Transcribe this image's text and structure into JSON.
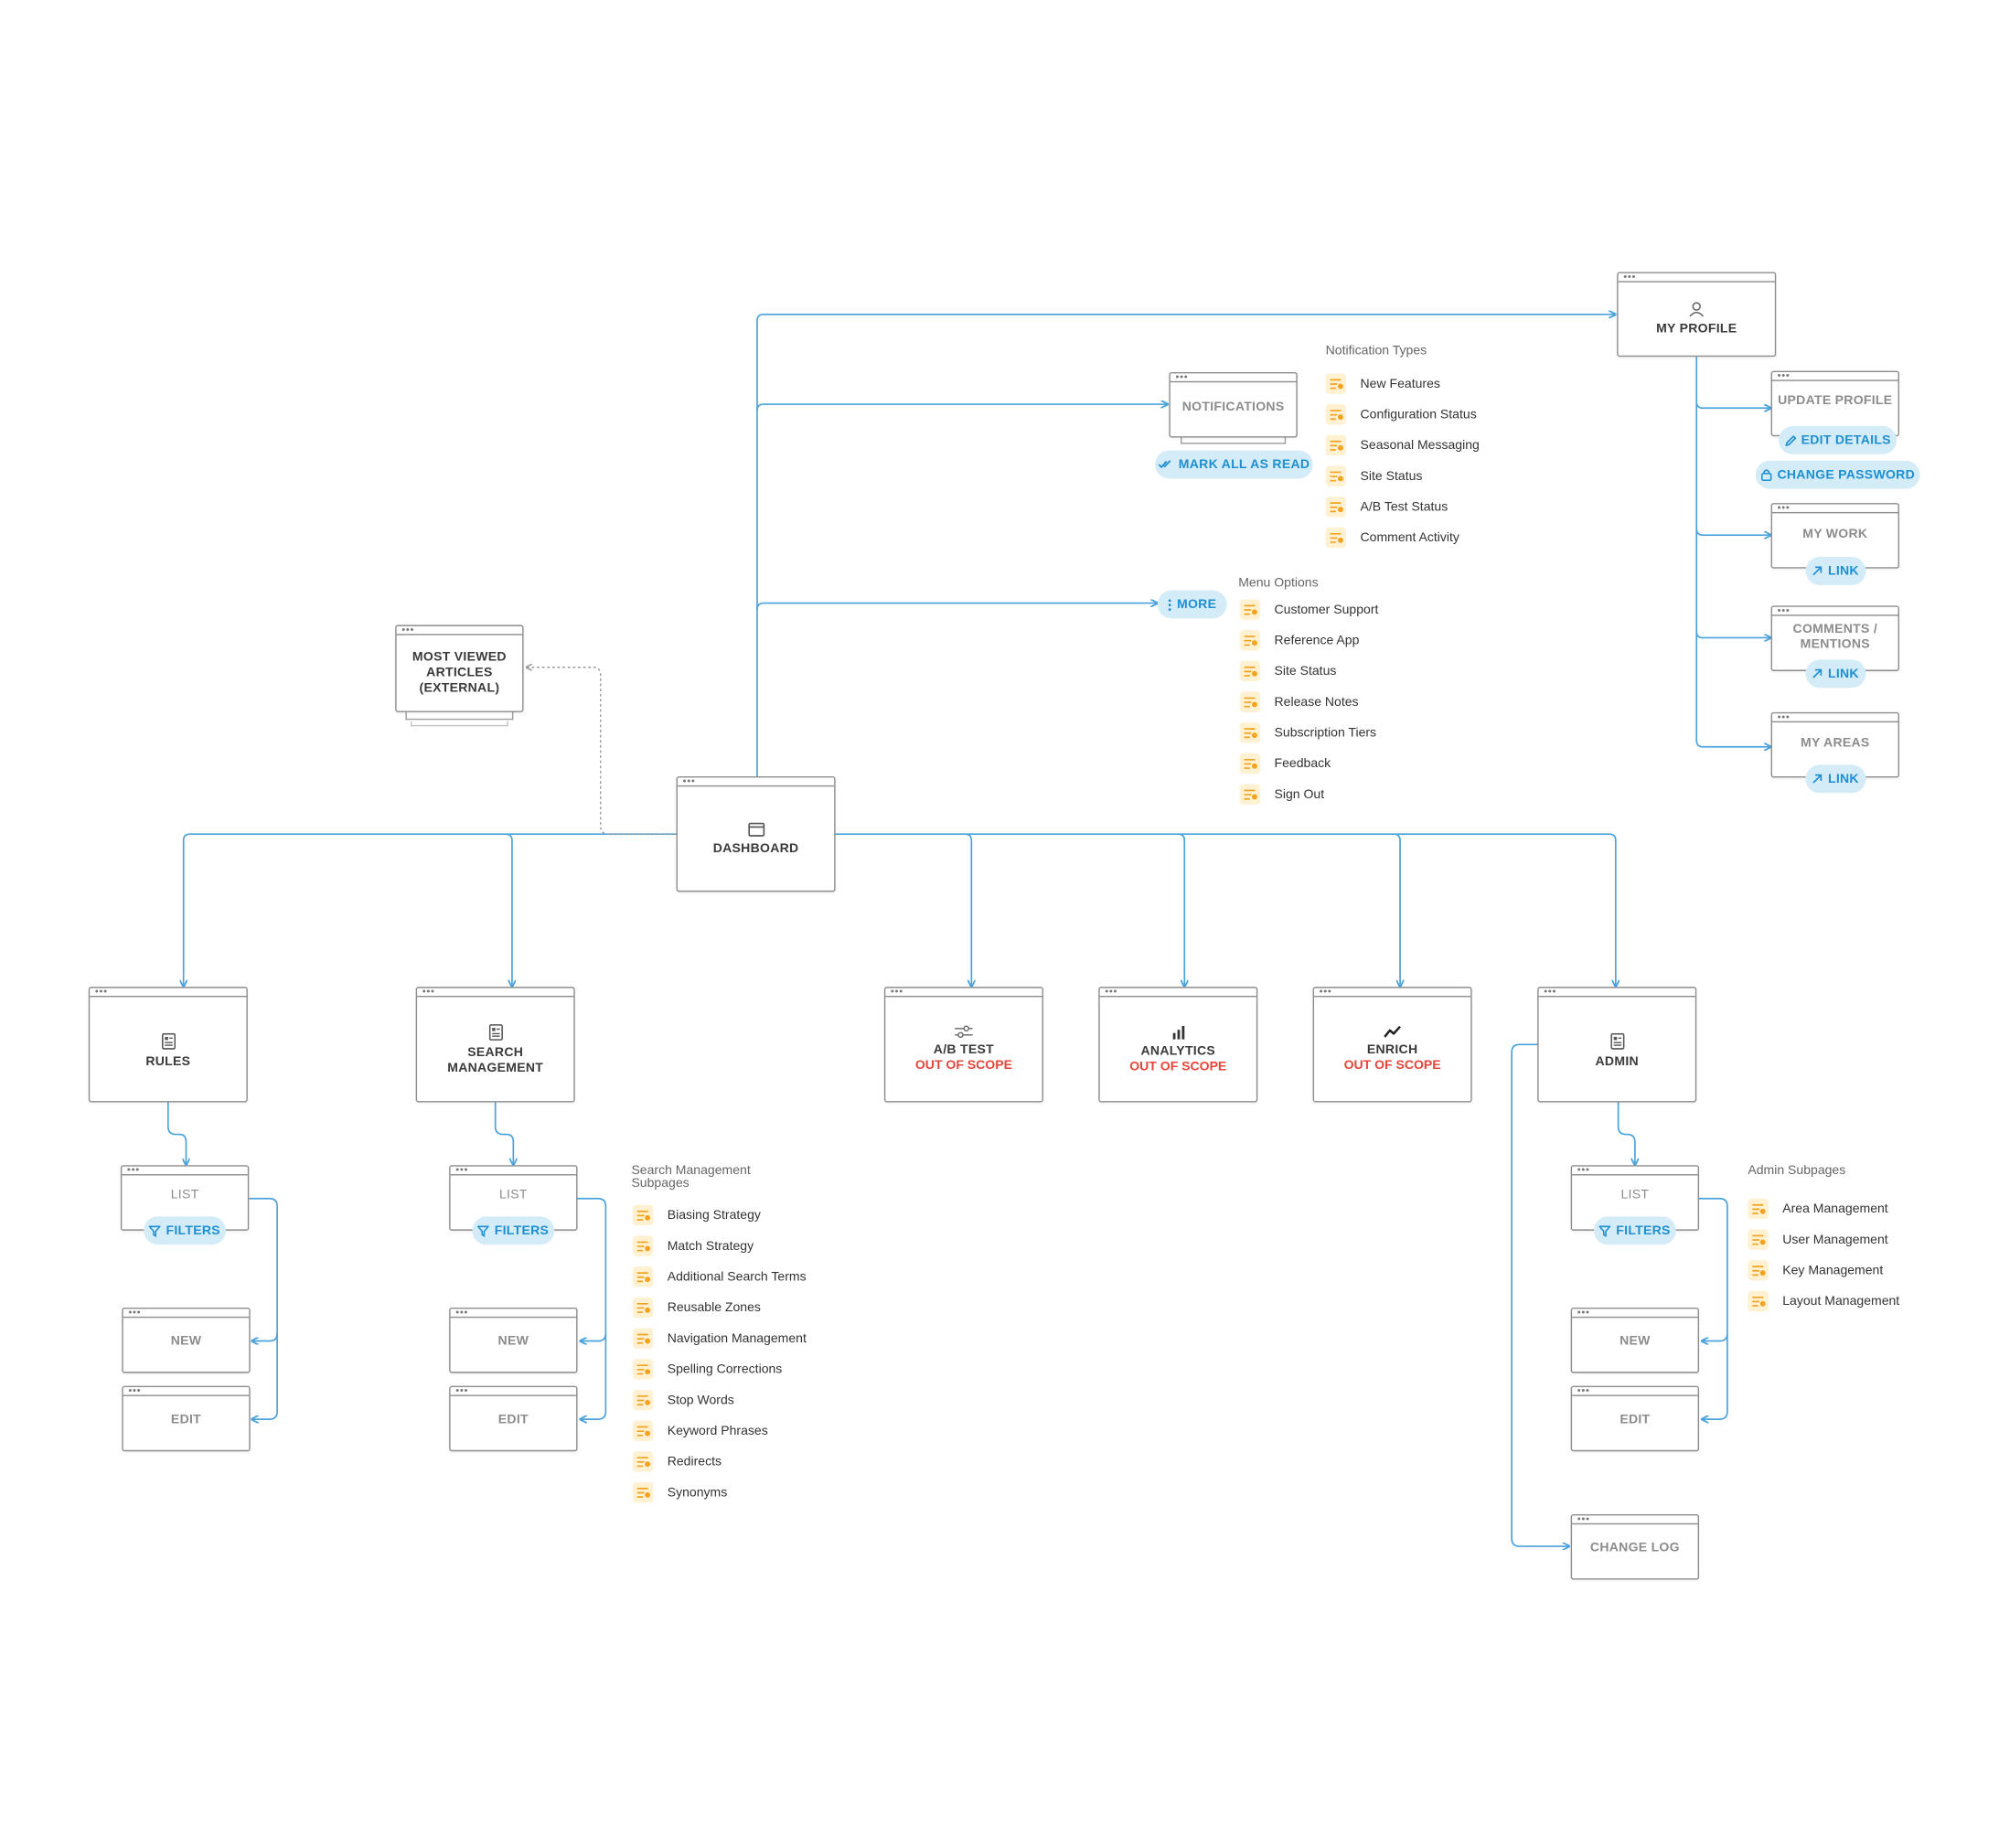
{
  "colors": {
    "connector": "#4aa3dc",
    "dotted": "#9a9a9a",
    "box_border": "#8d8d8d",
    "out_of_scope": "#e8443a",
    "pill_bg": "#d4ebf8",
    "pill_text": "#1e8fd0",
    "list_icon_bg": "#fff1d2",
    "list_icon": "#f3a31e"
  },
  "dashboard": {
    "label": "DASHBOARD",
    "icon": "browser-window-icon"
  },
  "most_viewed": {
    "line1": "MOST VIEWED",
    "line2": "ARTICLES",
    "line3": "(EXTERNAL)"
  },
  "notifications": {
    "label": "NOTIFICATIONS",
    "action": "MARK ALL AS READ",
    "action_icon": "double-check-icon"
  },
  "notification_types": {
    "heading": "Notification Types",
    "items": [
      "New Features",
      "Configuration Status",
      "Seasonal Messaging",
      "Site Status",
      "A/B Test Status",
      "Comment Activity"
    ]
  },
  "more": {
    "label": "MORE",
    "icon": "vertical-dots-icon"
  },
  "menu_options": {
    "heading": "Menu Options",
    "items": [
      "Customer Support",
      "Reference App",
      "Site Status",
      "Release Notes",
      "Subscription Tiers",
      "Feedback",
      "Sign Out"
    ]
  },
  "my_profile": {
    "label": "MY PROFILE",
    "icon": "user-icon"
  },
  "profile_sub": {
    "update_profile": "UPDATE PROFILE",
    "edit_details": "EDIT DETAILS",
    "change_password": "CHANGE PASSWORD",
    "my_work": "MY WORK",
    "comments_1": "COMMENTS /",
    "comments_2": "MENTIONS",
    "my_areas": "MY AREAS",
    "link": "LINK"
  },
  "sections": {
    "rules": {
      "label": "RULES",
      "icon": "document-icon"
    },
    "search_management": {
      "line1": "SEARCH",
      "line2": "MANAGEMENT",
      "icon": "document-icon"
    },
    "ab_test": {
      "label": "A/B TEST",
      "status": "OUT OF SCOPE",
      "icon": "sliders-icon"
    },
    "analytics": {
      "label": "ANALYTICS",
      "status": "OUT OF SCOPE",
      "icon": "bar-chart-icon"
    },
    "enrich": {
      "label": "ENRICH",
      "status": "OUT OF SCOPE",
      "icon": "trend-line-icon"
    },
    "admin": {
      "label": "ADMIN",
      "icon": "document-icon"
    }
  },
  "subpages": {
    "list": "LIST",
    "filters": "FILTERS",
    "new": "NEW",
    "edit": "EDIT",
    "change_log": "CHANGE LOG"
  },
  "search_subpages": {
    "heading_1": "Search Management",
    "heading_2": "Subpages",
    "items": [
      "Biasing Strategy",
      "Match Strategy",
      "Additional Search Terms",
      "Reusable Zones",
      "Navigation Management",
      "Spelling Corrections",
      "Stop Words",
      "Keyword Phrases",
      "Redirects",
      "Synonyms"
    ]
  },
  "admin_subpages": {
    "heading": "Admin Subpages",
    "items": [
      "Area Management",
      "User Management",
      "Key Management",
      "Layout Management"
    ]
  }
}
